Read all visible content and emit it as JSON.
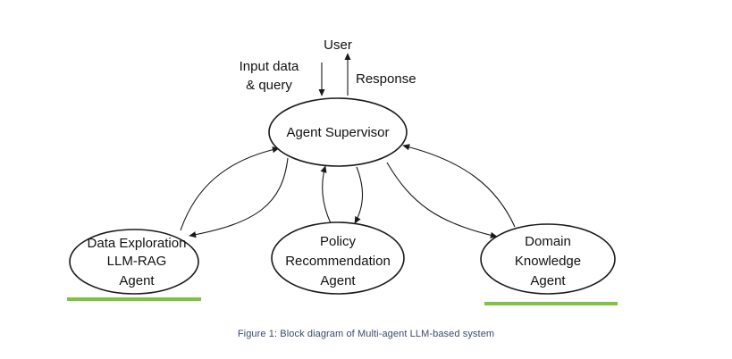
{
  "nodes": {
    "supervisor": {
      "label": "Agent Supervisor"
    },
    "data_exploration": {
      "lines": [
        "Data Exploration",
        "LLM-RAG",
        "Agent"
      ]
    },
    "policy": {
      "lines": [
        "Policy",
        "Recommendation",
        "Agent"
      ]
    },
    "domain": {
      "lines": [
        "Domain",
        "Knowledge",
        "Agent"
      ]
    }
  },
  "labels": {
    "user": "User",
    "input_lines": [
      "Input data",
      "& query"
    ],
    "response": "Response"
  },
  "highlight_color": "#7dc242",
  "caption": "Figure 1: Block diagram of Multi-agent LLM-based system"
}
